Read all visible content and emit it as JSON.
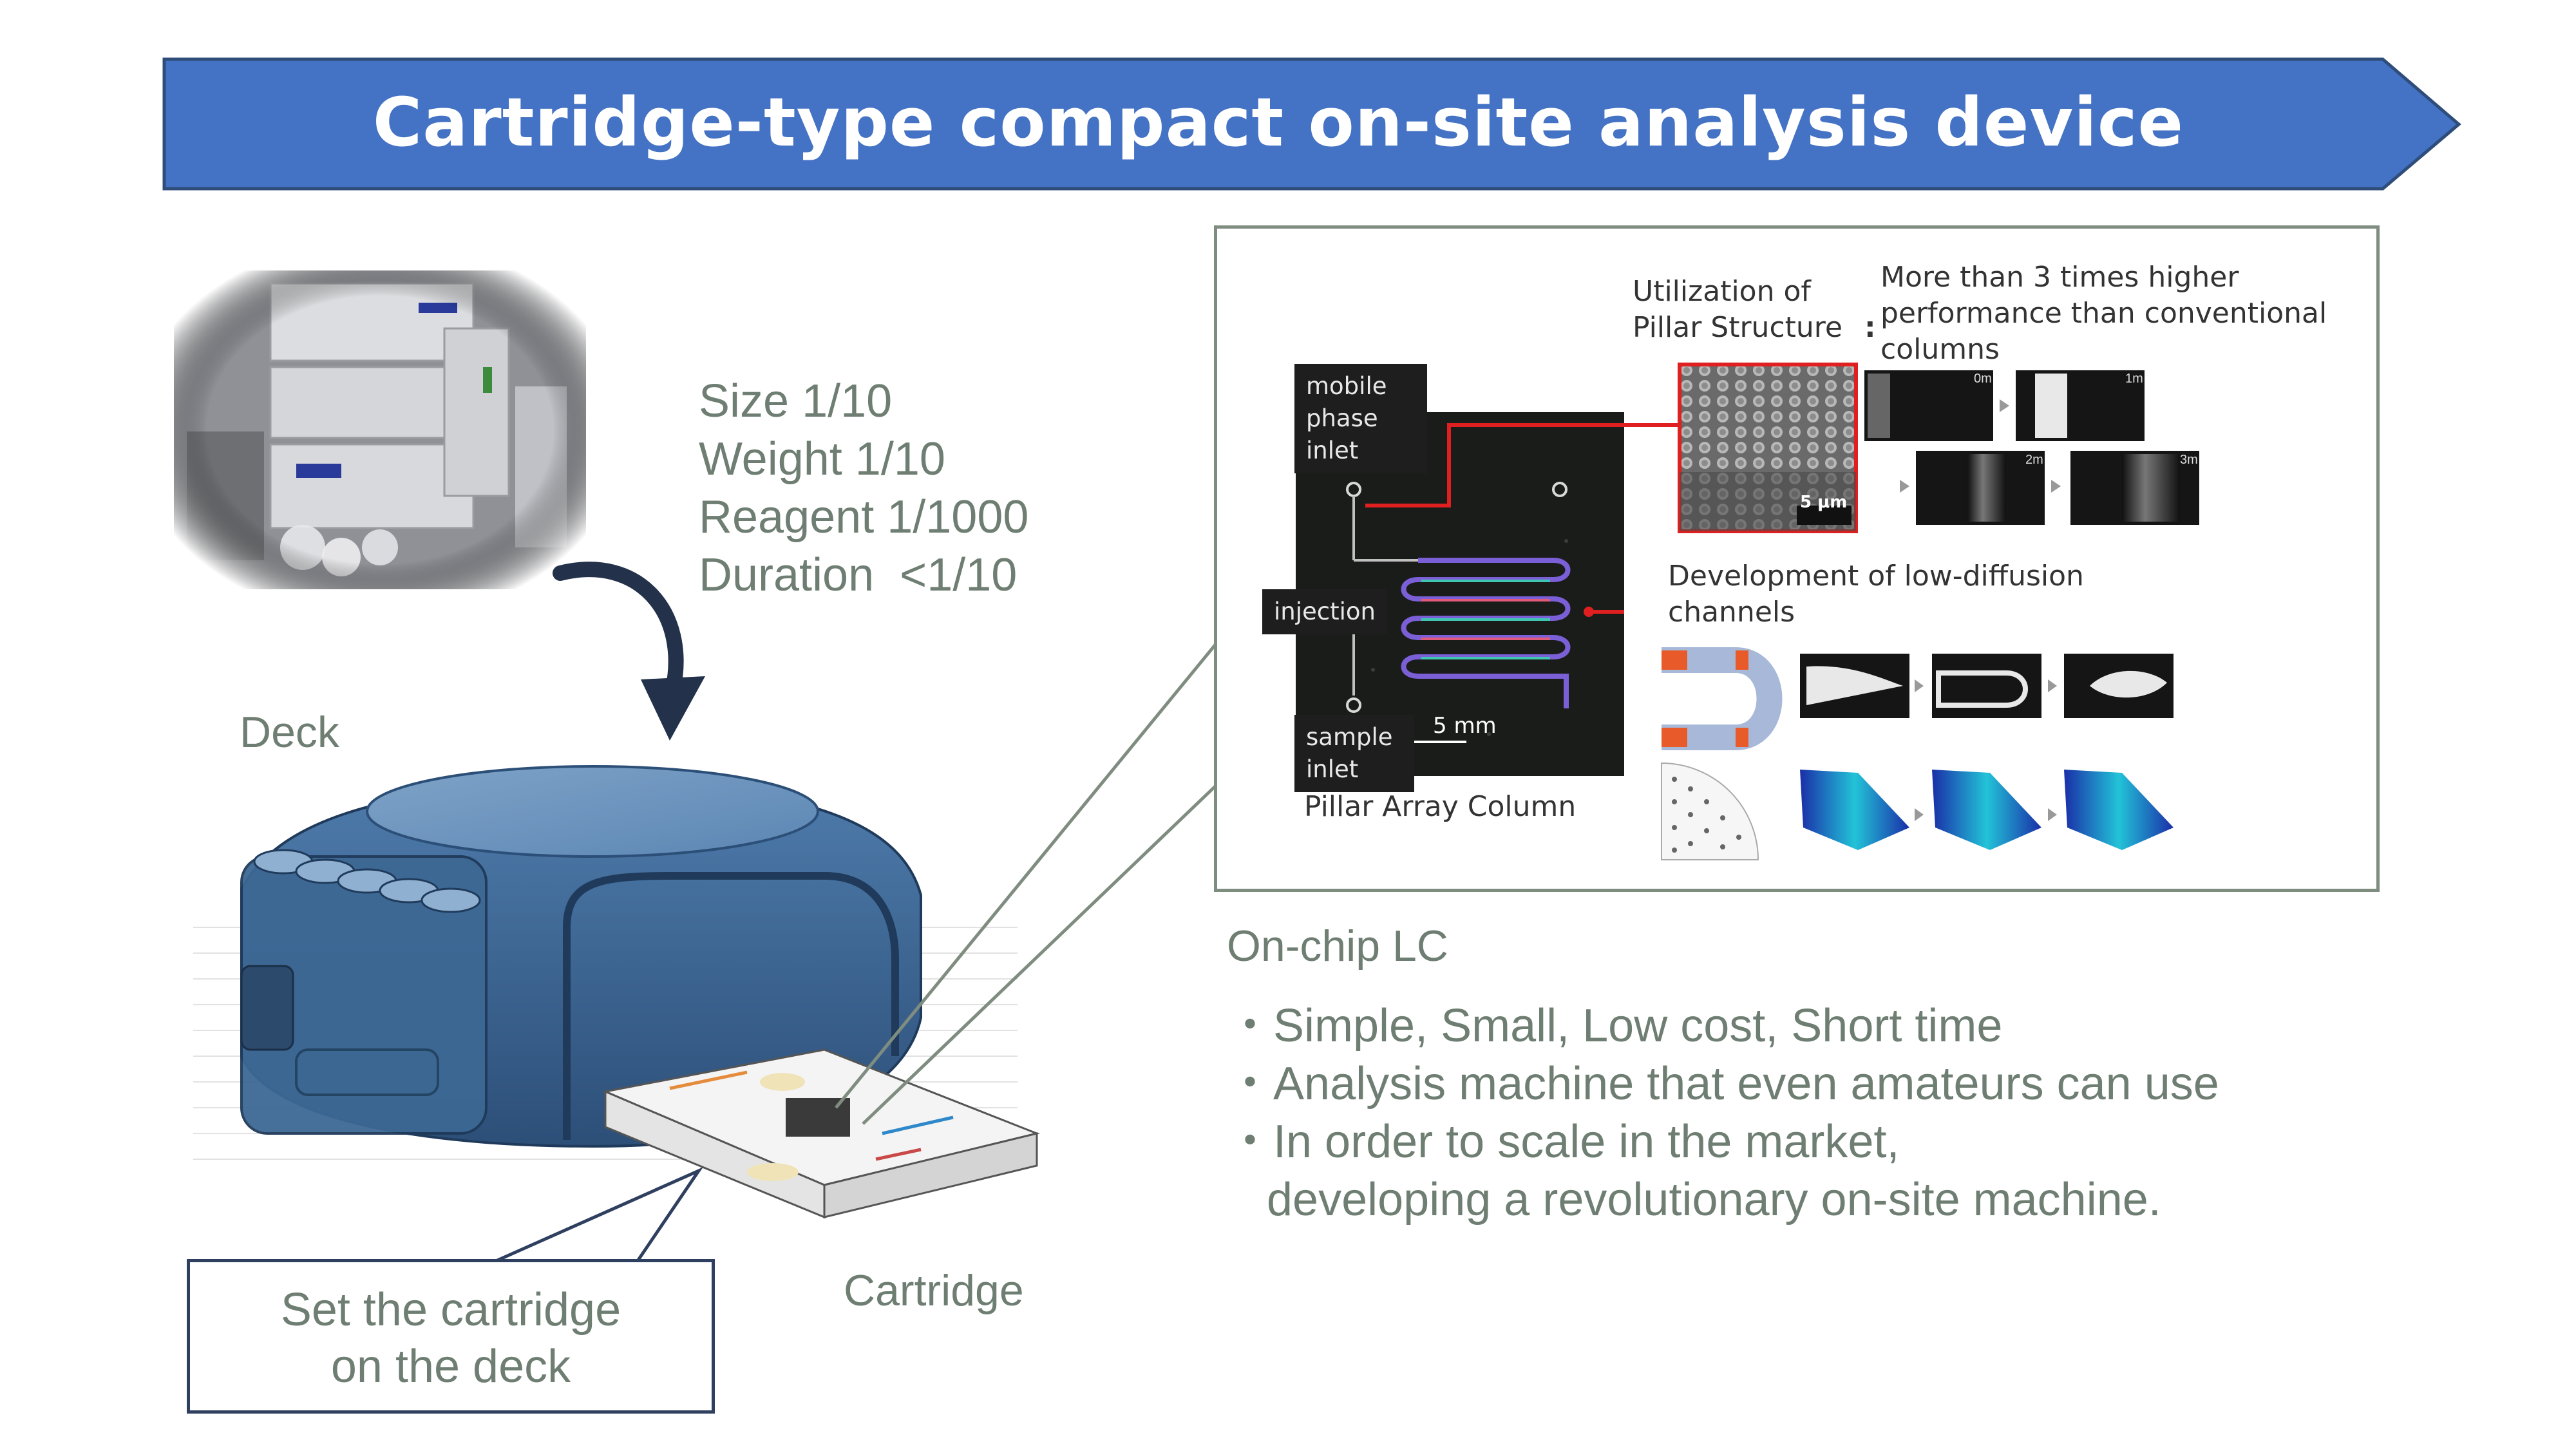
{
  "title": "Cartridge-type compact on-site analysis device",
  "reductions": [
    "Size 1/10",
    "Weight 1/10",
    "Reagent 1/1000",
    "Duration  <1/10"
  ],
  "device_labels": {
    "deck": "Deck",
    "cartridge": "Cartridge",
    "callout": [
      "Set the cartridge",
      "on the deck"
    ]
  },
  "chip_panel": {
    "mobile_phase_inlet": [
      "mobile",
      "phase",
      "inlet"
    ],
    "injection": "injection",
    "sample_inlet": [
      "sample",
      "inlet"
    ],
    "scale_5mm": "5 mm",
    "pillar_array_column": "Pillar Array Column",
    "utilization": [
      "Utilization of",
      "Pillar Structure"
    ],
    "colon": ":",
    "performance": [
      "More than 3 times higher",
      "performance than conventional",
      "columns"
    ],
    "scale_5um": "5 μm",
    "frame_labels": [
      "0m",
      "1m",
      "2m",
      "3m"
    ],
    "low_diffusion": [
      "Development of low-diffusion",
      "channels"
    ]
  },
  "onchip": {
    "heading": "On-chip LC",
    "bullets": [
      "・Simple, Small, Low cost, Short time",
      "・Analysis machine that even amateurs can use",
      "・In order to scale in the market,"
    ],
    "bullet_continuation": "developing a revolutionary on-site machine."
  },
  "colors": {
    "banner": "#4472c4",
    "banner_border": "#2f4d7a",
    "text_gray": "#6f7e72",
    "panel_border": "#7f8c80",
    "device_blue": "#3b6590",
    "callout_border": "#2e3f5f"
  }
}
